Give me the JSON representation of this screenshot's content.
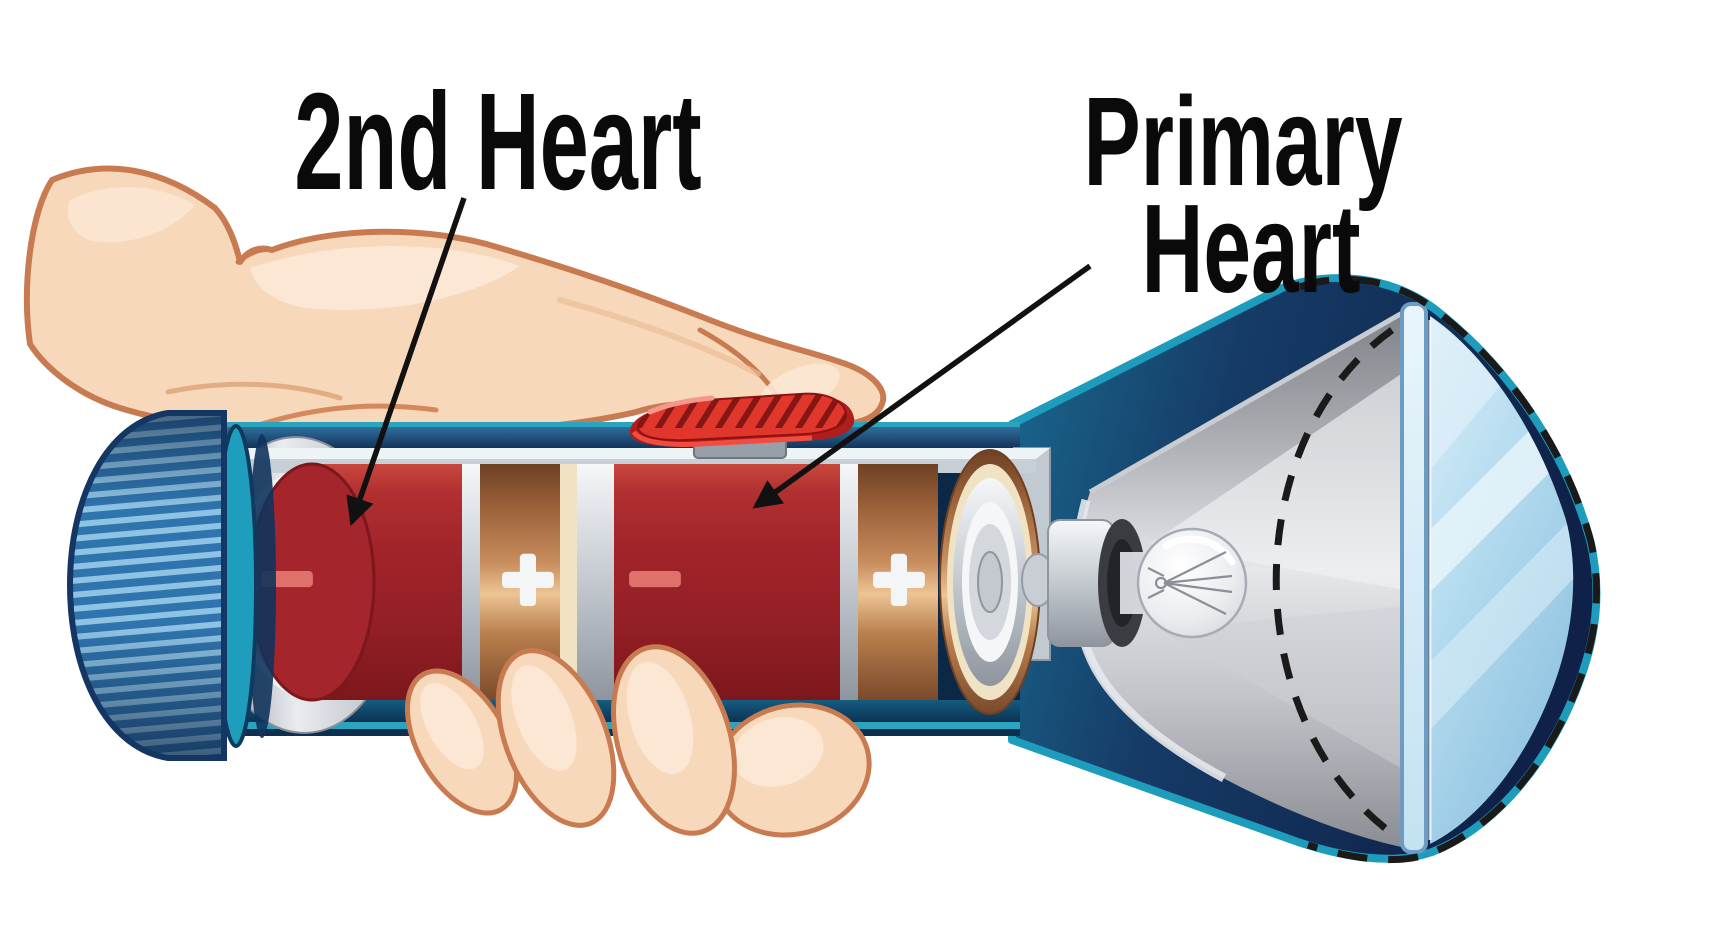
{
  "illustration": {
    "background_color": "#FFFFFF",
    "labels": {
      "second_heart": {
        "text": "2nd Heart"
      },
      "primary_heart": {
        "text": "Primary Heart",
        "line1": "Primary",
        "line2": "Heart"
      }
    },
    "flashlight": {
      "batteries": [
        {
          "id": "battery-1",
          "annotation": "2nd Heart",
          "negative_symbol": "−",
          "positive_symbol": "+"
        },
        {
          "id": "battery-2",
          "annotation": "Primary Heart",
          "negative_symbol": "−",
          "positive_symbol": "+"
        }
      ]
    },
    "colors": {
      "battery_red": "#A02227",
      "battery_copper": "#C88E5E",
      "torch_teal": "#1D9CBC",
      "torch_navy": "#122C54",
      "lens_blue": "#B5DCEF",
      "cap_blue": "#2F74AE",
      "button_red": "#E0362C",
      "skin": "#F8D8BB",
      "skin_outline": "#C87B51",
      "reflector_gray": "#C9CBD1",
      "text_color": "#0A0A0A"
    }
  }
}
